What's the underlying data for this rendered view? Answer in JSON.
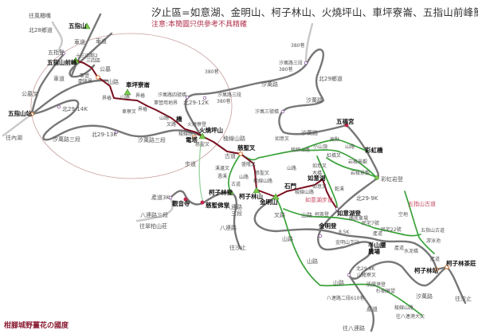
{
  "title": "汐止區=如意湖、金明山、柯子林山、火燒坪山、車坪寮崙、五指山前峰簡圖",
  "note": "注意:本簡圖只供參考不具精確",
  "footer": "柑腳城野薑花の國度",
  "colors": {
    "road": "#777777",
    "trail": "#3aa23a",
    "route": "#7a1020",
    "peak": "#7cc94a",
    "warning_text": "#c4475e"
  },
  "icons": {
    "peak": "green-triangle-icon",
    "temple": "red-dot-icon",
    "trailhead": "circle-marker-icon"
  },
  "labels": [
    "往風櫃嘴",
    "北28鄉道",
    "五指山",
    "車道",
    "車道",
    "五指登",
    "五指山前峰",
    "十三四鄰2",
    "三四區",
    "公墓",
    "車道",
    "軍營",
    "慶陵界",
    "山路",
    "公墓叉",
    "界樁",
    "車坪寮崙",
    "山路",
    "界樁",
    "車寮叉",
    "軍營用地界",
    "界樁",
    "五指山站",
    "北29-14K",
    "往內湖",
    "汐萬路三段",
    "北29-13K",
    "汐萬路三段",
    "汐萬路四號橋",
    "北29-12K",
    "汐萬路三段",
    "380巷",
    "380巷",
    "山路",
    "橋",
    "叉路",
    "火燒寮登",
    "火燒坪山",
    "稜線路",
    "電塔",
    "慈聖叉",
    "稜線山路",
    "古道",
    "慈聖叉",
    "盛隆叉",
    "溪邊叉",
    "過溪",
    "慈聖叉",
    "山路",
    "古道",
    "稜線山路",
    "柯子林登",
    "柯子林山",
    "金明山",
    "石門",
    "稜線山路",
    "如意湖步道",
    "如意湖",
    "如意叉",
    "如意叉",
    "稜線山路",
    "小山頂",
    "高點",
    "山路",
    "彩虹橋",
    "虹橋叉",
    "如意叉",
    "岩稜景觀",
    "岩稜景觀",
    "木橋",
    "山路",
    "彩虹岩登",
    "汐萬路",
    "五福宮",
    "汐萬三號橋",
    "汐萬路",
    "汐萬路",
    "北29鄉道",
    "汐萬路三段",
    "380巷",
    "380巷",
    "北29-9K",
    "乾溪",
    "如意湖登",
    "叉路",
    "山路",
    "柯茶登",
    "路底車場",
    "民宅7號",
    "金明登",
    "產道",
    "民宅22號",
    "8.5K",
    "金明山下站",
    "半山腰",
    "農場",
    "產道",
    "水泥橋",
    "五指山古道",
    "空地",
    "五指山古道",
    "游泳池",
    "產道",
    "柯子林茶莊",
    "柯子林站",
    "山路",
    "山路",
    "北29-8K",
    "山豬寮叉",
    "山路",
    "肌腸港登",
    "杉樹展望",
    "八連路二段610巷",
    "稜線山路",
    "汐萬路",
    "往汐止",
    "產道",
    "往八連港大尖",
    "往八連路",
    "往汐止",
    "八連路",
    "八連路",
    "三段",
    "產道3K",
    "觀音寺",
    "慈聖佛堂",
    "八連路三段",
    "往翠柏山莊",
    "步道"
  ]
}
